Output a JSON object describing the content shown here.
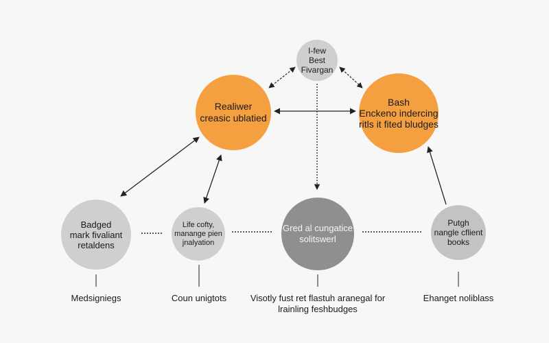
{
  "colors": {
    "orange": "#f5a040",
    "grey_light": "#cfcfcf",
    "grey_dark": "#8f8f8f",
    "grey_medium": "#c3c3c3",
    "line": "#222222",
    "background": "#f7f7f7"
  },
  "nodes": {
    "top": {
      "lines": [
        "I-few",
        "Best",
        "Fivargan"
      ]
    },
    "left_orange": {
      "lines": [
        "Realiwer",
        "creasic ublatied"
      ]
    },
    "right_orange": {
      "lines": [
        "Bash",
        "Enckeno indercing",
        "ritls it fited bludges"
      ]
    },
    "bottom_1": {
      "lines": [
        "Badged",
        "mark fivaliant",
        "retaldens"
      ]
    },
    "bottom_2": {
      "lines": [
        "Life cofty,",
        "manange pien",
        "jnalyation"
      ]
    },
    "bottom_3": {
      "lines": [
        "Gred al cungatice",
        "solitswerl"
      ]
    },
    "bottom_4": {
      "lines": [
        "Putgh",
        "nangle cflient",
        "books"
      ]
    }
  },
  "captions": {
    "c1": {
      "lines": [
        "Medsigniegs"
      ]
    },
    "c2": {
      "lines": [
        "Coun unigtots"
      ]
    },
    "c3": {
      "lines": [
        "Visotly fust ret flastuh aranegal for",
        "lrainling feshbudges"
      ]
    },
    "c4": {
      "lines": [
        "Ehanget noliblass"
      ]
    }
  }
}
